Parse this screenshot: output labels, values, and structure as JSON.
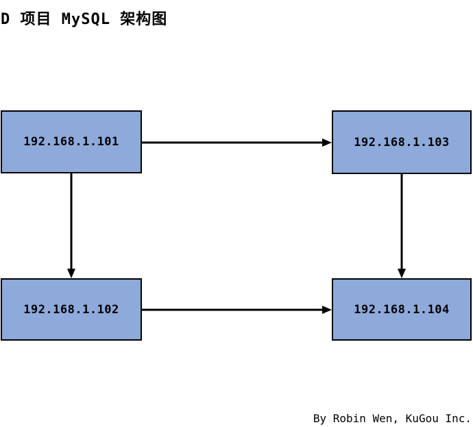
{
  "title": "D 项目 MySQL 架构图",
  "credit": "By Robin Wen, KuGou Inc.",
  "colors": {
    "node_fill": "#8EAADB",
    "node_border": "#000000",
    "arrow": "#000000",
    "background": "#FFFFFF",
    "text": "#000000"
  },
  "nodes": [
    {
      "id": "node-101",
      "label": "192.168.1.101",
      "position": "top-left"
    },
    {
      "id": "node-103",
      "label": "192.168.1.103",
      "position": "top-right"
    },
    {
      "id": "node-102",
      "label": "192.168.1.102",
      "position": "bottom-left"
    },
    {
      "id": "node-104",
      "label": "192.168.1.104",
      "position": "bottom-right"
    }
  ],
  "edges": [
    {
      "from": "192.168.1.101",
      "to": "192.168.1.103",
      "direction": "right"
    },
    {
      "from": "192.168.1.101",
      "to": "192.168.1.102",
      "direction": "down"
    },
    {
      "from": "192.168.1.103",
      "to": "192.168.1.104",
      "direction": "down"
    },
    {
      "from": "192.168.1.102",
      "to": "192.168.1.104",
      "direction": "right"
    }
  ]
}
